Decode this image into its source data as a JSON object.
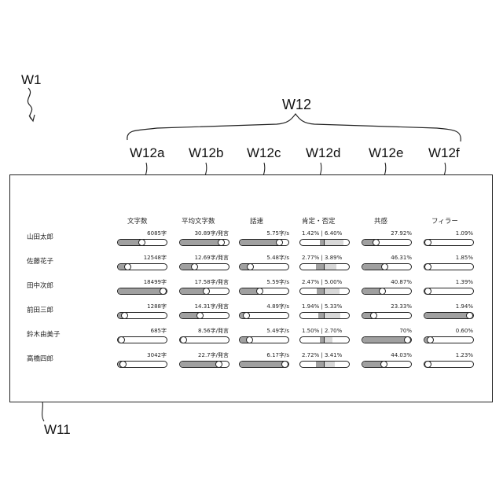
{
  "labels": {
    "w1": "W1",
    "w11": "W11",
    "w12": "W12",
    "columns": [
      "W12a",
      "W12b",
      "W12c",
      "W12d",
      "W12e",
      "W12f"
    ]
  },
  "headers": [
    "文字数",
    "平均文字数",
    "話速",
    "肯定・否定",
    "共感",
    "フィラー"
  ],
  "rows": [
    {
      "name": "山田太郎",
      "chars": "6085字",
      "avg": "30.89字/発言",
      "speed": "5.75字/s",
      "posneg": "1.42% | 6.40%",
      "empathy": "27.92%",
      "filler": "1.09%",
      "levels": {
        "chars": 0.5,
        "avg": 0.85,
        "speed": 0.82,
        "pos": 0.0142,
        "neg": 0.064,
        "empathy": 0.2792,
        "filler": 0.0109
      }
    },
    {
      "name": "佐藤花子",
      "chars": "12548字",
      "avg": "12.69字/発言",
      "speed": "5.48字/s",
      "posneg": "2.77% | 3.89%",
      "empathy": "46.31%",
      "filler": "1.85%",
      "levels": {
        "chars": 0.2,
        "avg": 0.3,
        "speed": 0.22,
        "pos": 0.0277,
        "neg": 0.0389,
        "empathy": 0.4631,
        "filler": 0.0185
      }
    },
    {
      "name": "田中次郎",
      "chars": "18499字",
      "avg": "17.58字/発言",
      "speed": "5.59字/s",
      "posneg": "2.47% | 5.00%",
      "empathy": "40.87%",
      "filler": "1.39%",
      "levels": {
        "chars": 1.0,
        "avg": 0.55,
        "speed": 0.42,
        "pos": 0.0247,
        "neg": 0.05,
        "empathy": 0.4087,
        "filler": 0.0139
      }
    },
    {
      "name": "前田三郎",
      "chars": "1288字",
      "avg": "14.31字/発言",
      "speed": "4.89字/s",
      "posneg": "1.94% | 5.33%",
      "empathy": "23.33%",
      "filler": "1.94%",
      "levels": {
        "chars": 0.14,
        "avg": 0.42,
        "speed": 0.14,
        "pos": 0.0194,
        "neg": 0.0533,
        "empathy": 0.2333,
        "filler": 1.0
      }
    },
    {
      "name": "鈴木由美子",
      "chars": "685字",
      "avg": "8.56字/発言",
      "speed": "5.49字/s",
      "posneg": "1.50% | 2.70%",
      "empathy": "70%",
      "filler": "0.60%",
      "levels": {
        "chars": 0.08,
        "avg": 0.08,
        "speed": 0.2,
        "pos": 0.015,
        "neg": 0.027,
        "empathy": 1.0,
        "filler": 0.12
      }
    },
    {
      "name": "高橋四郎",
      "chars": "3042字",
      "avg": "22.7字/発言",
      "speed": "6.17字/s",
      "posneg": "2.72% | 3.41%",
      "empathy": "44.03%",
      "filler": "1.23%",
      "levels": {
        "chars": 0.1,
        "avg": 0.8,
        "speed": 1.0,
        "pos": 0.0272,
        "neg": 0.0341,
        "empathy": 0.4403,
        "filler": 0.06
      }
    }
  ]
}
